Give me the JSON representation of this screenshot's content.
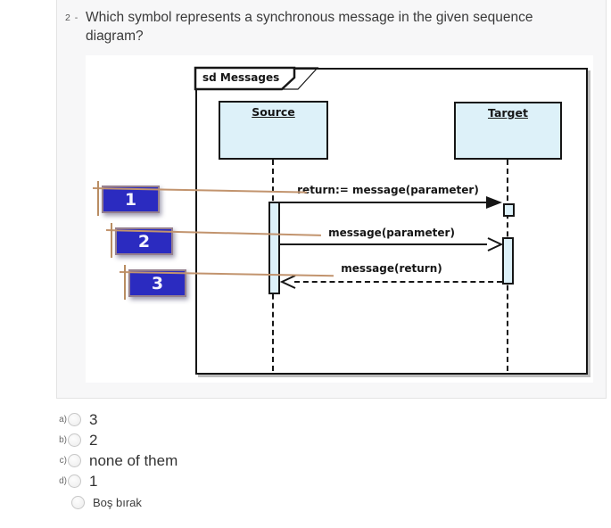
{
  "question": {
    "number": "2 -",
    "text": "Which symbol represents a synchronous message in the given sequence diagram?"
  },
  "diagram": {
    "frame_label": "sd Messages",
    "lifelines": [
      {
        "name": "Source"
      },
      {
        "name": "Target"
      }
    ],
    "messages": [
      {
        "callout": "1",
        "label": "return:= message(parameter)",
        "line_style": "solid",
        "arrowhead": "filled-triangle",
        "direction": "source-to-target"
      },
      {
        "callout": "2",
        "label": "message(parameter)",
        "line_style": "solid",
        "arrowhead": "open",
        "direction": "source-to-target"
      },
      {
        "callout": "3",
        "label": "message(return)",
        "line_style": "dashed",
        "arrowhead": "open",
        "direction": "target-to-source"
      }
    ],
    "colors": {
      "object_box_fill": "#ddf1f9",
      "callout_fill": "#2b2bc0",
      "callout_text": "#ffffff",
      "pointer_line": "#c2946e",
      "diagram_ink": "#161616",
      "panel_background": "#f7f7f8"
    }
  },
  "options": [
    {
      "letter": "a)",
      "label": "3"
    },
    {
      "letter": "b)",
      "label": "2"
    },
    {
      "letter": "c)",
      "label": "none of them"
    },
    {
      "letter": "d)",
      "label": "1"
    }
  ],
  "blank_option": {
    "label": "Boş bırak"
  }
}
